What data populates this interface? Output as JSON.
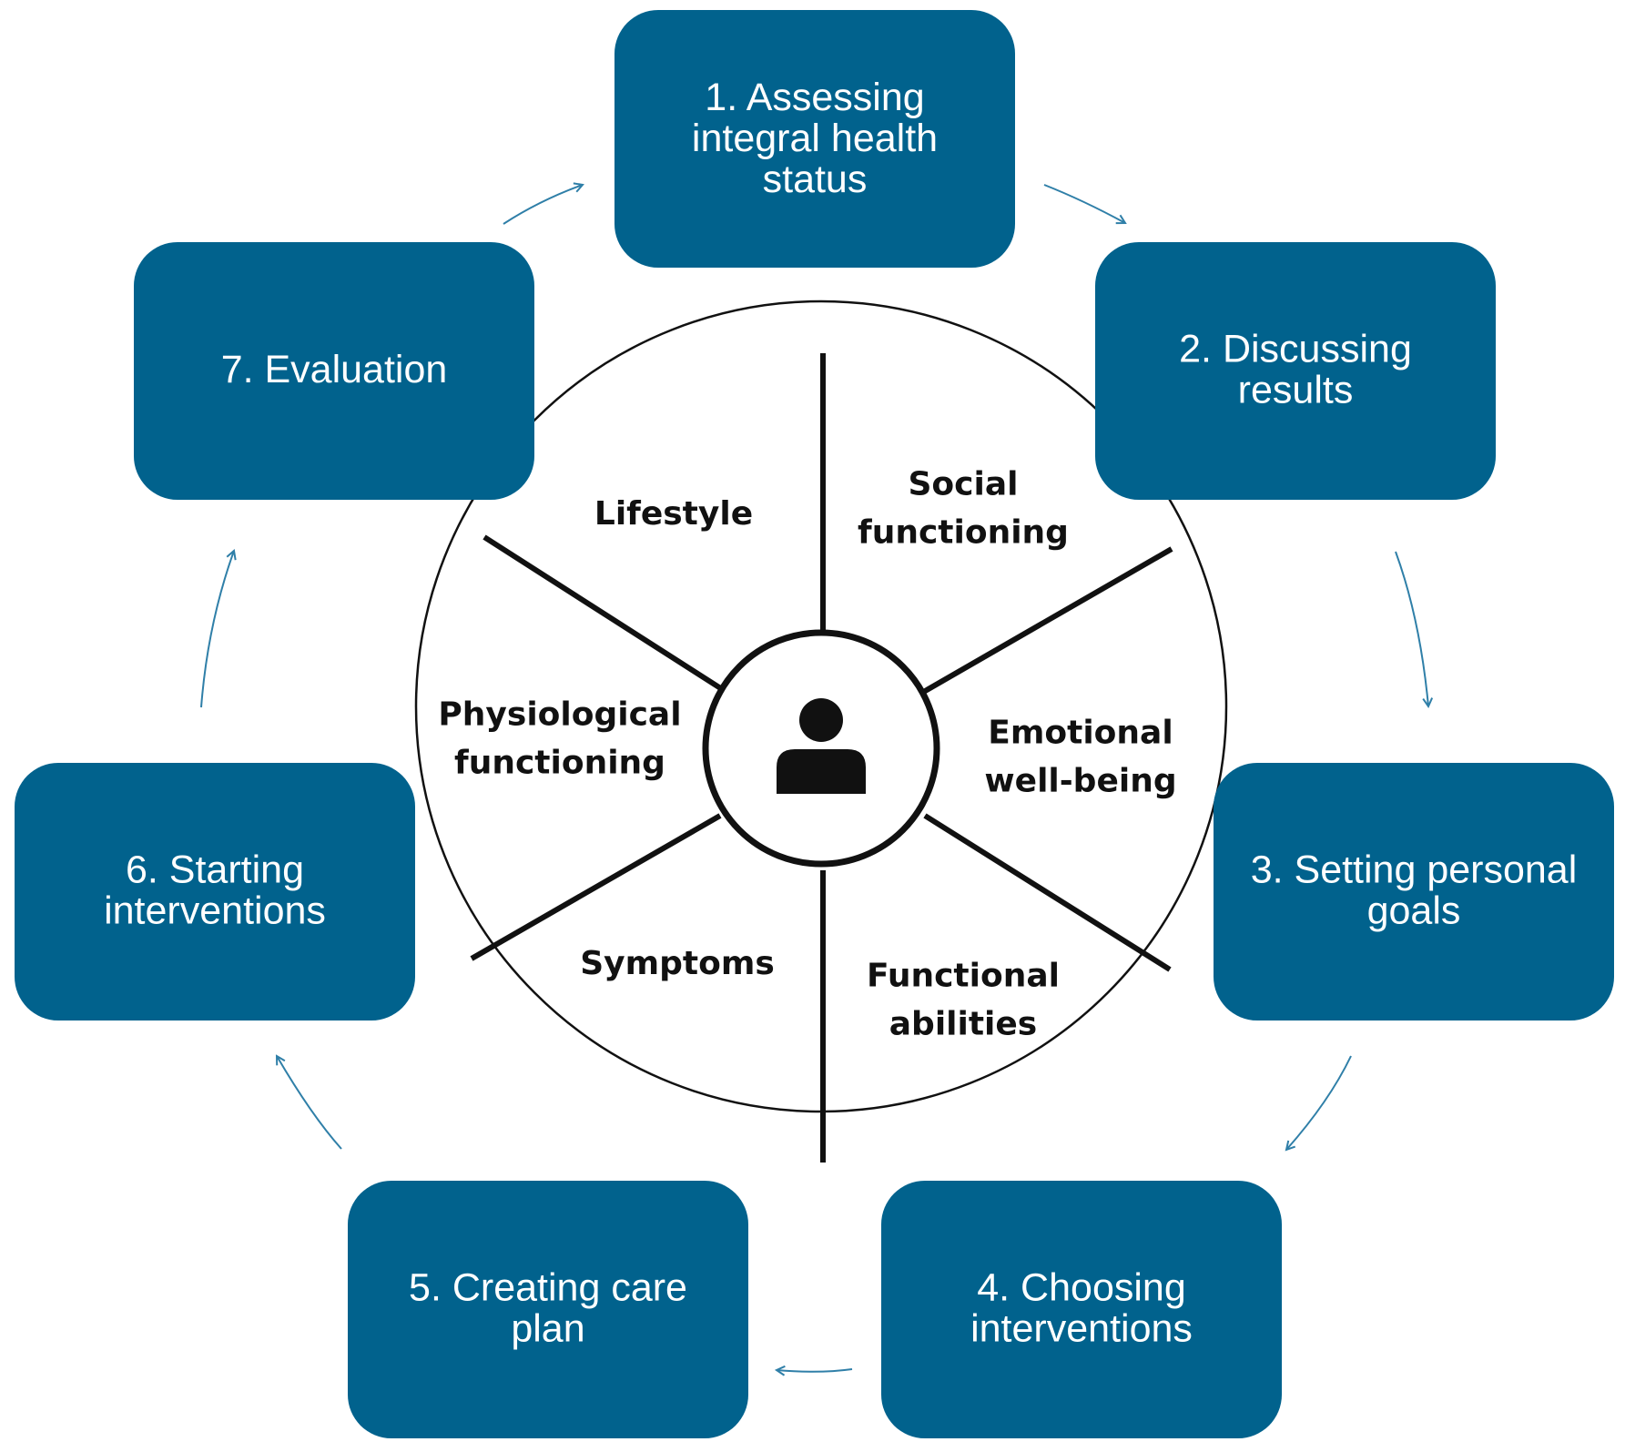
{
  "colors": {
    "box_fill": "#01628d",
    "box_text": "#ffffff",
    "arrow": "#2f7fa8",
    "wheel_line": "#111111",
    "wheel_fill": "#ffffff"
  },
  "steps": [
    {
      "lines": [
        "1. Assessing",
        "integral health",
        "status"
      ]
    },
    {
      "lines": [
        "2. Discussing",
        "results"
      ]
    },
    {
      "lines": [
        "3. Setting personal",
        "goals"
      ]
    },
    {
      "lines": [
        "4. Choosing",
        "interventions"
      ]
    },
    {
      "lines": [
        "5. Creating care",
        "plan"
      ]
    },
    {
      "lines": [
        "6. Starting",
        "interventions"
      ]
    },
    {
      "lines": [
        "7. Evaluation"
      ]
    }
  ],
  "domains": [
    {
      "lines": [
        "Social",
        "functioning"
      ]
    },
    {
      "lines": [
        "Emotional",
        "well-being"
      ]
    },
    {
      "lines": [
        "Functional",
        "abilities"
      ]
    },
    {
      "lines": [
        "Symptoms"
      ]
    },
    {
      "lines": [
        "Physiological",
        "functioning"
      ]
    },
    {
      "lines": [
        "Lifestyle"
      ]
    }
  ],
  "center_icon": "person-icon"
}
